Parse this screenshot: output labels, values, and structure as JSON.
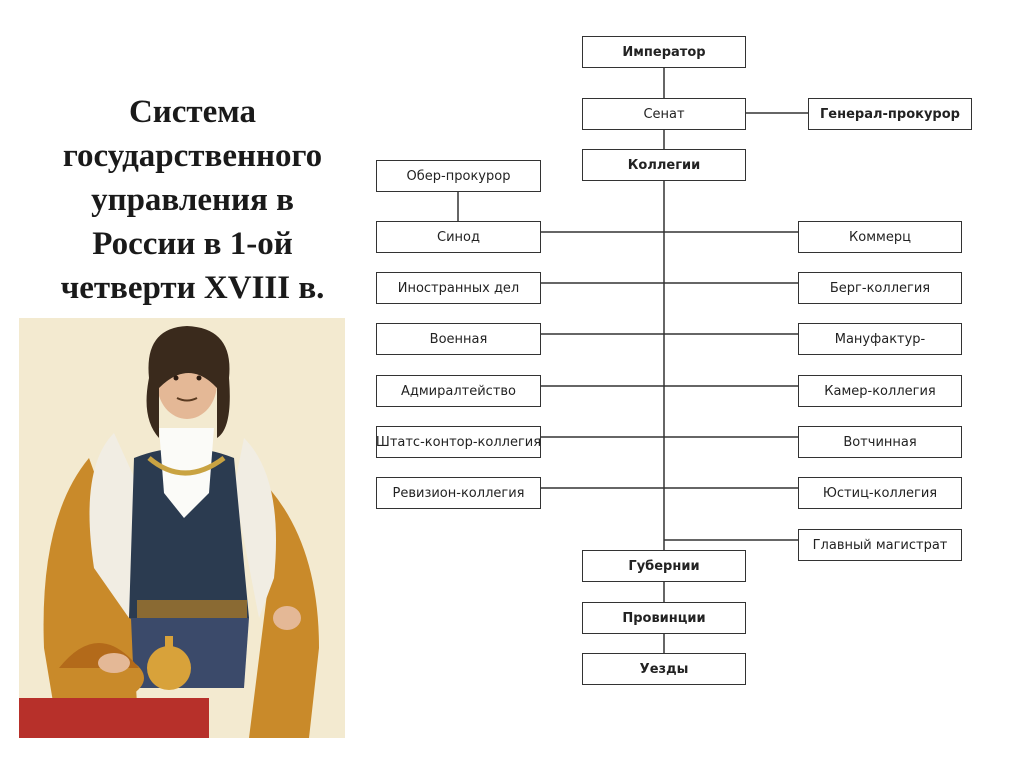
{
  "title_lines": [
    "Система",
    "государственного",
    "управления в",
    "России в 1-ой",
    "четверти XVIII в."
  ],
  "nodes": {
    "emperor": "Император",
    "senate": "Сенат",
    "prosecutor_general": "Генерал-прокурор",
    "collegia": "Коллегии",
    "ober_procurator": "Обер-прокурор",
    "synod": "Синод",
    "foreign_affairs": "Иностранных дел",
    "military": "Военная",
    "admiralty": "Адмиралтейство",
    "shtats_kontor": "Штатс-контор-коллегия",
    "revizion": "Ревизион-коллегия",
    "kommerts": "Коммерц",
    "berg": "Берг-коллегия",
    "manufaktur": "Мануфактур-",
    "kamer": "Камер-коллегия",
    "votchinnaya": "Вотчинная",
    "justits": "Юстиц-коллегия",
    "magistrat": "Главный магистрат",
    "gubernii": "Губернии",
    "provintsii": "Провинции",
    "uezdy": "Уезды"
  }
}
